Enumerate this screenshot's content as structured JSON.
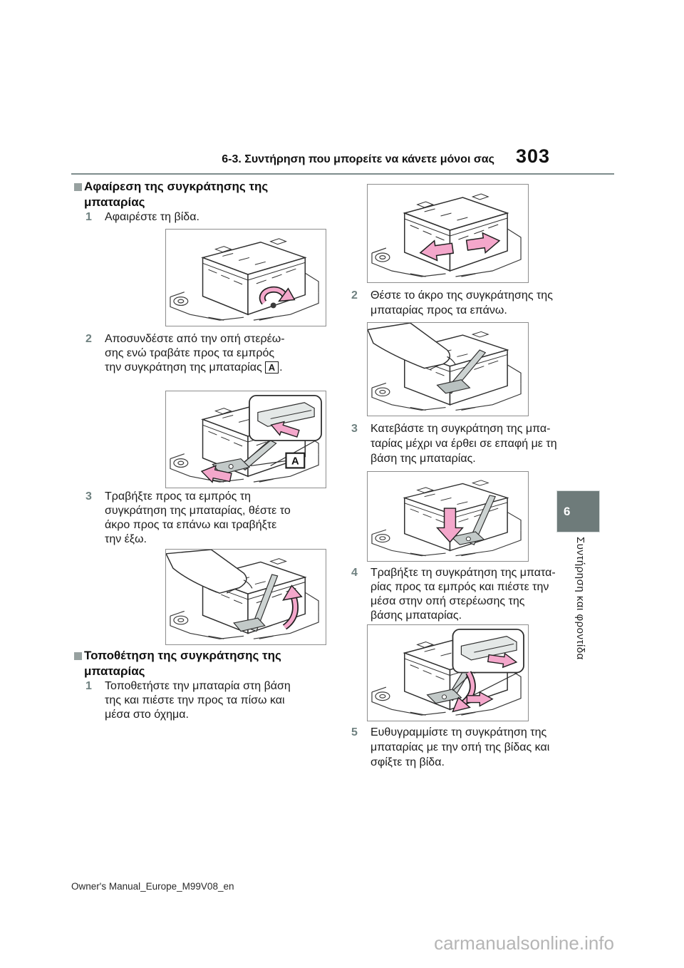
{
  "page": {
    "number": "303",
    "section_header": "6-3. Συντήρηση που μπορείτε να κάνετε μόνοι σας",
    "footer_text": "Owner's Manual_Europe_M99V08_en",
    "watermark": "carmanualsonline.info"
  },
  "sidebar_tab": {
    "chapter_number": "6",
    "chapter_title": "Συντήρηση και φροντίδα"
  },
  "colors": {
    "tab_gray": "#6e7b7a",
    "rule_gray": "#7e8c8c",
    "arrow_pink": "#f4a7cb",
    "step_number": "#6f8180"
  },
  "content": {
    "figure_label_a": "A",
    "removal": {
      "title_lines": [
        "Αφαίρεση της συγκράτησης της",
        "μπαταρίας"
      ],
      "step1_num": "1",
      "step1_lines": [
        "Αφαιρέστε τη βίδα."
      ],
      "step2_num": "2",
      "step2_lines": [
        "Αποσυνδέστε από την οπή στερέω-",
        "σης ενώ τραβάτε προς τα εμπρός",
        "την συγκράτηση της μπαταρίας"
      ],
      "step2_label": "A",
      "step2_suffix": ".",
      "step3_num": "3",
      "step3_lines": [
        "Τραβήξτε προς τα εμπρός τη",
        "συγκράτηση της μπαταρίας, θέστε το",
        "άκρο προς τα επάνω και τραβήξτε",
        "την έξω."
      ]
    },
    "installation": {
      "title_lines": [
        "Τοποθέτηση της συγκράτησης της",
        "μπαταρίας"
      ],
      "step1_num": "1",
      "step1_lines": [
        "Τοποθετήστε την μπαταρία στη βάση",
        "της και πιέστε την προς τα πίσω και",
        "μέσα στο όχημα."
      ],
      "step2_num": "2",
      "step2_lines": [
        "Θέστε το άκρο της συγκράτησης της",
        "μπαταρίας προς τα επάνω."
      ],
      "step3_num": "3",
      "step3_lines": [
        "Κατεβάστε τη συγκράτηση της μπα-",
        "ταρίας μέχρι να έρθει σε επαφή με τη",
        "βάση της μπαταρίας."
      ],
      "step4_num": "4",
      "step4_lines": [
        "Τραβήξτε τη συγκράτηση της μπατα-",
        "ρίας προς τα εμπρός και πιέστε την",
        "μέσα στην οπή στερέωσης της",
        "βάσης μπαταρίας."
      ],
      "step5_num": "5",
      "step5_lines": [
        "Ευθυγραμμίστε τη συγκράτηση της",
        "μπαταρίας με την οπή της βίδας και",
        "σφίξτε τη βίδα."
      ]
    }
  }
}
